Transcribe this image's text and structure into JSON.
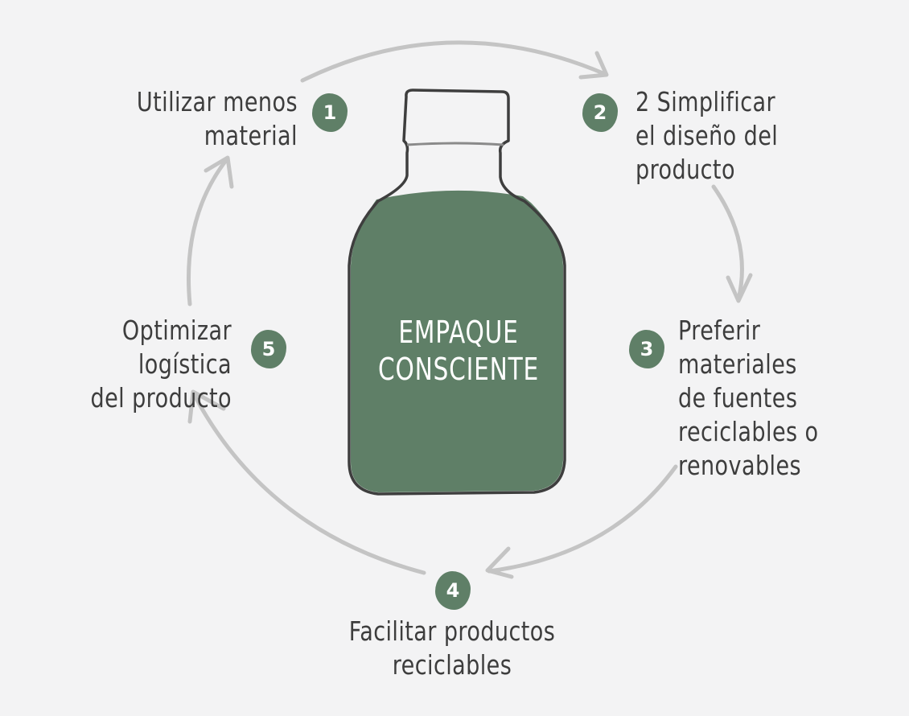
{
  "center": {
    "line1": "EMPAQUE",
    "line2": "CONSCIENTE"
  },
  "steps": [
    {
      "number": "1",
      "lines": [
        "Utilizar menos",
        "material"
      ]
    },
    {
      "number": "2",
      "lines": [
        "2 Simplificar",
        "el diseño del",
        "producto"
      ]
    },
    {
      "number": "3",
      "lines": [
        "Preferir materiales",
        "de fuentes",
        "reciclables o",
        "renovables"
      ]
    },
    {
      "number": "4",
      "lines": [
        "Facilitar productos",
        "reciclables"
      ]
    },
    {
      "number": "5",
      "lines": [
        "Optimizar logística",
        "del producto"
      ]
    }
  ],
  "colors": {
    "background": "#f3f3f4",
    "bottle_fill": "#5f7f67",
    "badge": "#5f7f67",
    "arrow": "#c4c4c4",
    "text": "#3d3d3d"
  }
}
